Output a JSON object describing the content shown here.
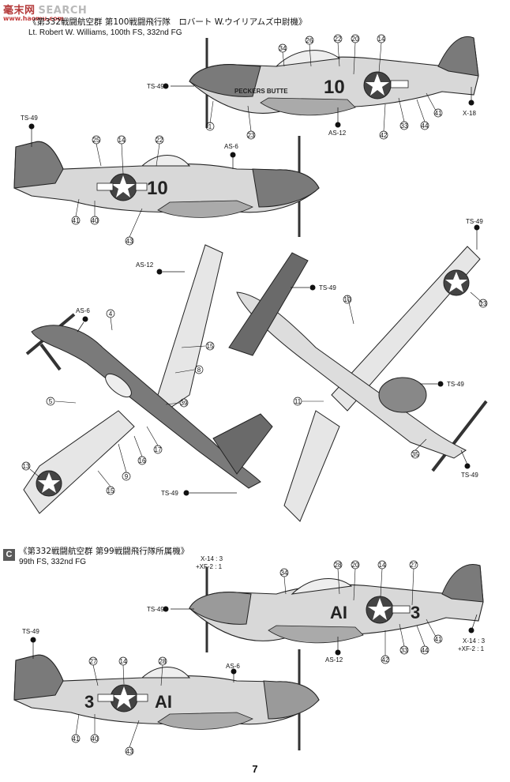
{
  "watermark": {
    "cn": "毫末网",
    "en": "SEARCH",
    "url": "www.haomu.com"
  },
  "section_b": {
    "title_jp": "《第332戦闘航空群 第100戦闘飛行隊　ロバート W.ウイリアムズ中尉機》",
    "title_en": "Lt. Robert W. Williams, 100th FS, 332nd FG"
  },
  "section_c": {
    "badge": "C",
    "title_jp": "《第332戦闘航空群 第99戦闘飛行隊所属機》",
    "title_en": "99th FS, 332nd FG"
  },
  "paints": {
    "ts49": "TS-49",
    "as6": "AS-6",
    "as12": "AS-12",
    "x18": "X-18",
    "x14mix": "X-14 : 3",
    "xf2mix": "+XF-2 : 1"
  },
  "aircraft_b": {
    "code": "10",
    "nose_art": "PECKERS BUTTE"
  },
  "aircraft_c": {
    "code_a": "AI",
    "code_b": "3"
  },
  "callouts": {
    "n1": "1",
    "n4": "4",
    "n5": "5",
    "n8": "8",
    "n9": "9",
    "n10": "10",
    "n11": "11",
    "n13": "13",
    "n14": "14",
    "n15": "15",
    "n16": "16",
    "n17": "17",
    "n20": "20",
    "n22": "22",
    "n23": "23",
    "n25": "25",
    "n26": "26",
    "n27": "27",
    "n28": "28",
    "n33": "33",
    "n34": "34",
    "n35": "35",
    "n39": "39",
    "n40": "40",
    "n41": "41",
    "n42": "42",
    "n43": "43",
    "n44": "44"
  },
  "page_number": "7"
}
